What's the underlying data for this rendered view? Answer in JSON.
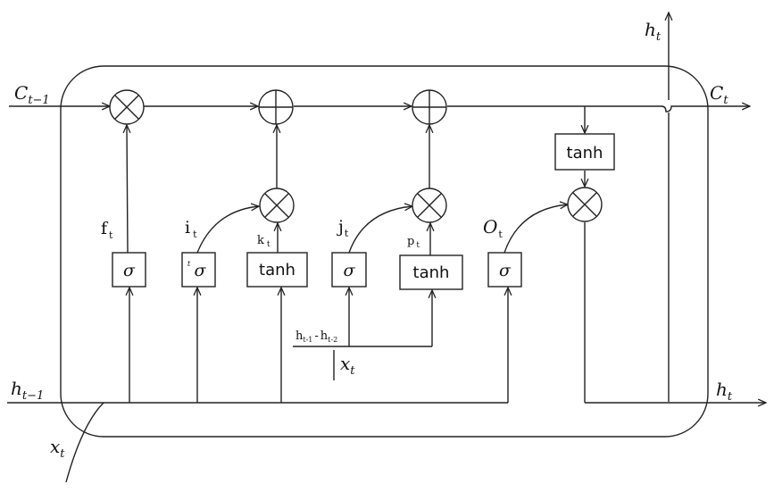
{
  "labels": {
    "c_prev": "C",
    "c_prev_sub": "t−1",
    "c_next": "C",
    "c_next_sub": "t",
    "h_prev": "h",
    "h_prev_sub": "t−1",
    "h_out_right": "h",
    "h_out_right_sub": "t",
    "h_out_top": "h",
    "h_out_top_sub": "t",
    "x_in": "x",
    "x_in_sub": "t",
    "x_mid": "x",
    "x_mid_sub": "t",
    "f": "f",
    "f_sub": "t",
    "i": "i",
    "i_sub": "t",
    "k": "k",
    "k_sub": "t",
    "j": "j",
    "j_sub": "t",
    "p": "p",
    "p_sub": "t",
    "o": "O",
    "o_sub": "t",
    "diff_a": "h",
    "diff_a_sub": "t-1",
    "diff_minus": "-",
    "diff_b": "h",
    "diff_b_sub": "t-2",
    "small_t": "t"
  },
  "gates": {
    "sigma_f": "σ",
    "sigma_i": "σ",
    "tanh_k": "tanh",
    "sigma_j": "σ",
    "tanh_p": "tanh",
    "sigma_o": "σ",
    "tanh_c": "tanh"
  }
}
